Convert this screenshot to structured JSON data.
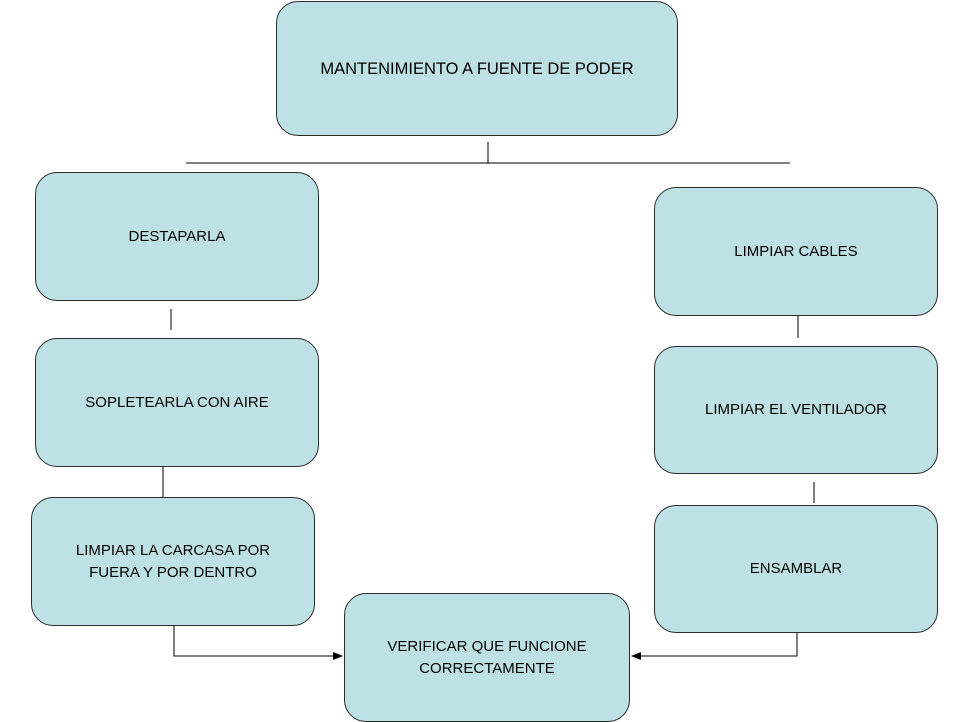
{
  "diagram": {
    "title_node": "MANTENIMIENTO A FUENTE  DE PODER",
    "left_branch": [
      "DESTAPARLA",
      "SOPLETEARLA CON AIRE",
      "LIMPIAR LA CARCASA POR\nFUERA Y POR DENTRO"
    ],
    "right_branch": [
      "LIMPIAR CABLES",
      "LIMPIAR EL VENTILADOR",
      "ENSAMBLAR"
    ],
    "final_node": "VERIFICAR QUE FUNCIONE\nCORRECTAMENTE"
  },
  "colors": {
    "node_fill": "#bde1e4",
    "node_border": "#2b2b2b",
    "connector": "#000000"
  }
}
